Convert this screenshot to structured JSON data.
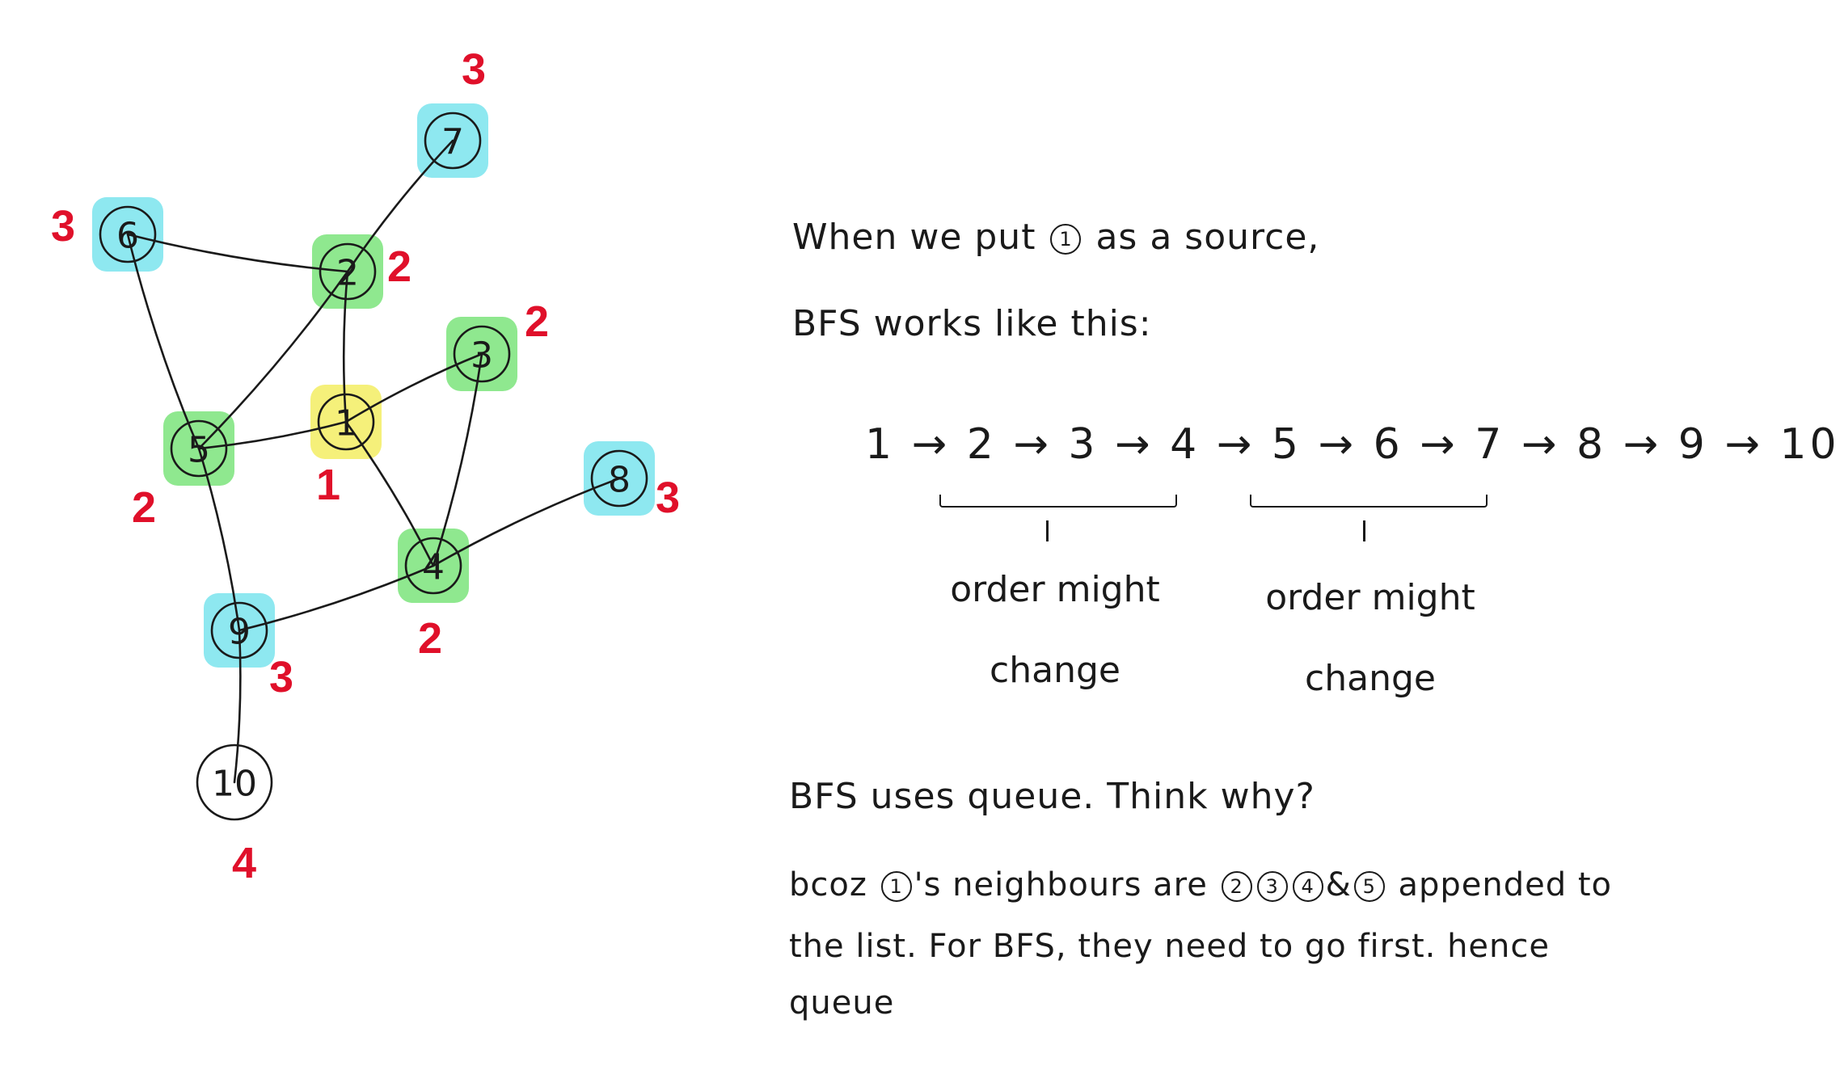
{
  "graph": {
    "nodes": [
      {
        "id": "1",
        "level_label": "1",
        "highlight": "#f5f07a"
      },
      {
        "id": "2",
        "level_label": "2",
        "highlight": "#8fe88f"
      },
      {
        "id": "3",
        "level_label": "2",
        "highlight": "#8fe88f"
      },
      {
        "id": "4",
        "level_label": "2",
        "highlight": "#8fe88f"
      },
      {
        "id": "5",
        "level_label": "2",
        "highlight": "#8fe88f"
      },
      {
        "id": "6",
        "level_label": "3",
        "highlight": "#8ee8f0"
      },
      {
        "id": "7",
        "level_label": "3",
        "highlight": "#8ee8f0"
      },
      {
        "id": "8",
        "level_label": "3",
        "highlight": "#8ee8f0"
      },
      {
        "id": "9",
        "level_label": "3",
        "highlight": "#8ee8f0"
      },
      {
        "id": "10",
        "level_label": "4",
        "highlight": ""
      }
    ],
    "edges": [
      [
        "1",
        "2"
      ],
      [
        "1",
        "3"
      ],
      [
        "1",
        "4"
      ],
      [
        "1",
        "5"
      ],
      [
        "2",
        "5"
      ],
      [
        "2",
        "6"
      ],
      [
        "2",
        "7"
      ],
      [
        "5",
        "6"
      ],
      [
        "5",
        "9"
      ],
      [
        "3",
        "4"
      ],
      [
        "4",
        "8"
      ],
      [
        "4",
        "9"
      ],
      [
        "9",
        "10"
      ]
    ],
    "level_color": "#e0102a"
  },
  "notes": {
    "line1_before": "When we put",
    "line1_circled": "1",
    "line1_after": "as a source,",
    "line2": "BFS works like this:",
    "sequence": "1 → 2 → 3 → 4 → 5 → 6 → 7 → 8 → 9 → 10",
    "brace1_note": [
      "order might",
      "change"
    ],
    "brace2_note": [
      "order might",
      "change"
    ],
    "question": "BFS uses queue. Think why?",
    "answer_pre": "bcoz",
    "answer_circled_source": "1",
    "answer_mid": "'s neighbours are",
    "answer_circled": [
      "2",
      "3",
      "4"
    ],
    "answer_amp": "&",
    "answer_last": "5",
    "answer_post": "appended to",
    "answer_line2": "the list. For BFS, they need to go first. hence",
    "answer_line3": "queue"
  }
}
